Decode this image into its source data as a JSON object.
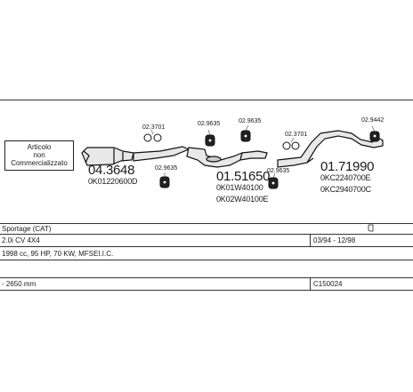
{
  "article_box": {
    "line1": "Articolo",
    "line2": "non",
    "line3": "Commercializzato"
  },
  "parts": {
    "code1": "04.3648",
    "ref1": "0K01220600D",
    "code2": "01.51650",
    "ref2a": "0K01W40100",
    "ref2b": "0K02W40100E",
    "code3": "01.71990",
    "ref3a": "0KC2240700E",
    "ref3b": "0KC2940700C"
  },
  "small_codes": {
    "c1": "02.3701",
    "c2": "02.9635",
    "c3": "02.9635",
    "c4": "02.9635",
    "c5": "02.9635",
    "c6": "02.3701",
    "c7": "02.9442"
  },
  "info_rows": {
    "model": "Sportage (CAT)",
    "engine": "2.0i CV 4X4",
    "dates": "03/94 - 12/98",
    "spec": "1998 cc, 95 HP, 70 KW, MFSEI.I.C.",
    "wheelbase": "- 2650 mm",
    "catalog_code": "C150024"
  },
  "icons": {
    "scroll": "scroll-icon"
  }
}
